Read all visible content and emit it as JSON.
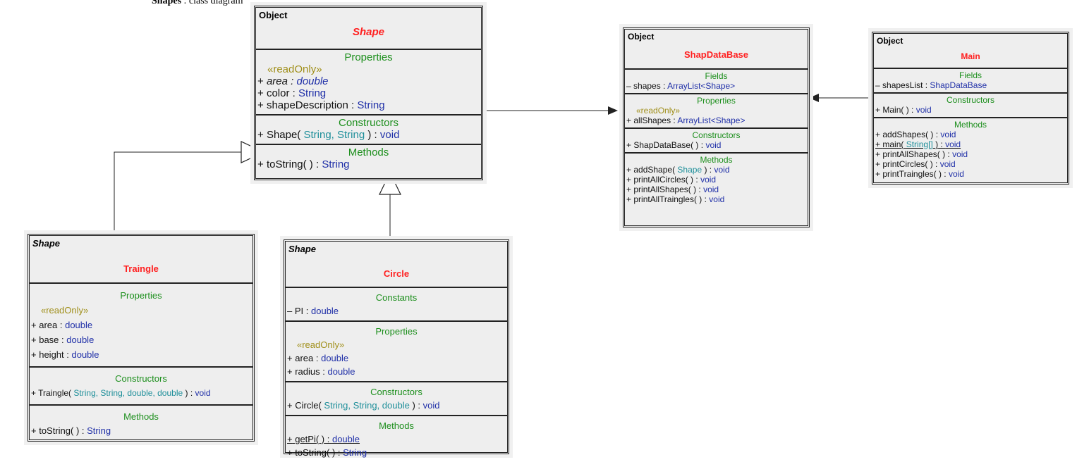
{
  "caption": {
    "bold": "Shapes",
    "rest": " : class diagram"
  },
  "classes": {
    "shape": {
      "parent": "Object",
      "name": "Shape",
      "sections": {
        "properties": {
          "title": "Properties",
          "stereotype": "«readOnly»",
          "members": [
            {
              "vis": "+",
              "name": "area",
              "type": "double"
            },
            {
              "vis": "+",
              "name": "color",
              "type": "String"
            },
            {
              "vis": "+",
              "name": "shapeDescription",
              "type": "String"
            }
          ]
        },
        "constructors": {
          "title": "Constructors",
          "members": [
            {
              "vis": "+",
              "name": "Shape(",
              "params": "String, String",
              "close": ")",
              "type": "void"
            }
          ]
        },
        "methods": {
          "title": "Methods",
          "members": [
            {
              "vis": "+",
              "name": "toString( )",
              "type": "String"
            }
          ]
        }
      }
    },
    "shapdatabase": {
      "parent": "Object",
      "name": "ShapDataBase",
      "sections": {
        "fields": {
          "title": "Fields",
          "members": [
            {
              "vis": "–",
              "name": "shapes",
              "type": "ArrayList<Shape>"
            }
          ]
        },
        "properties": {
          "title": "Properties",
          "stereotype": "«readOnly»",
          "members": [
            {
              "vis": "+",
              "name": "allShapes",
              "type": "ArrayList<Shape>"
            }
          ]
        },
        "constructors": {
          "title": "Constructors",
          "members": [
            {
              "vis": "+",
              "name": "ShapDataBase( )",
              "type": "void"
            }
          ]
        },
        "methods": {
          "title": "Methods",
          "members": [
            {
              "vis": "+",
              "name": "addShape(",
              "params": "Shape",
              "close": ")",
              "type": "void"
            },
            {
              "vis": "+",
              "name": "printAllCircles( )",
              "type": "void"
            },
            {
              "vis": "+",
              "name": "printAllShapes( )",
              "type": "void"
            },
            {
              "vis": "+",
              "name": "printAllTraingles( )",
              "type": "void"
            }
          ]
        }
      }
    },
    "main": {
      "parent": "Object",
      "name": "Main",
      "sections": {
        "fields": {
          "title": "Fields",
          "members": [
            {
              "vis": "–",
              "name": "shapesList",
              "type": "ShapDataBase"
            }
          ]
        },
        "constructors": {
          "title": "Constructors",
          "members": [
            {
              "vis": "+",
              "name": "Main( )",
              "type": "void"
            }
          ]
        },
        "methods": {
          "title": "Methods",
          "members": [
            {
              "vis": "+",
              "name": "addShapes( )",
              "type": "void"
            },
            {
              "vis": "+",
              "name": "main(",
              "params": "String[]",
              "close": ")",
              "type": "void"
            },
            {
              "vis": "+",
              "name": "printAllShapes( )",
              "type": "void"
            },
            {
              "vis": "+",
              "name": "printCircles( )",
              "type": "void"
            },
            {
              "vis": "+",
              "name": "printTraingles( )",
              "type": "void"
            }
          ]
        }
      }
    },
    "traingle": {
      "parent": "Shape",
      "name": "Traingle",
      "sections": {
        "properties": {
          "title": "Properties",
          "stereotype": "«readOnly»",
          "members": [
            {
              "vis": "+",
              "name": "area",
              "type": "double"
            },
            {
              "vis": "+",
              "name": "base",
              "type": "double"
            },
            {
              "vis": "+",
              "name": "height",
              "type": "double"
            }
          ]
        },
        "constructors": {
          "title": "Constructors",
          "members": [
            {
              "vis": "+",
              "name": "Traingle(",
              "params": "String, String, double, double",
              "close": ")",
              "type": "void"
            }
          ]
        },
        "methods": {
          "title": "Methods",
          "members": [
            {
              "vis": "+",
              "name": "toString( )",
              "type": "String"
            }
          ]
        }
      }
    },
    "circle": {
      "parent": "Shape",
      "name": "Circle",
      "sections": {
        "constants": {
          "title": "Constants",
          "members": [
            {
              "vis": "–",
              "name": "PI",
              "type": "double"
            }
          ]
        },
        "properties": {
          "title": "Properties",
          "stereotype": "«readOnly»",
          "members": [
            {
              "vis": "+",
              "name": "area",
              "type": "double"
            },
            {
              "vis": "+",
              "name": "radius",
              "type": "double"
            }
          ]
        },
        "constructors": {
          "title": "Constructors",
          "members": [
            {
              "vis": "+",
              "name": "Circle(",
              "params": "String, String, double",
              "close": ")",
              "type": "void"
            }
          ]
        },
        "methods": {
          "title": "Methods",
          "members": [
            {
              "vis": "+",
              "name": "getPi( )",
              "type": "double"
            },
            {
              "vis": "+",
              "name": "toString( )",
              "type": "String"
            }
          ]
        }
      }
    }
  },
  "sep": " : "
}
